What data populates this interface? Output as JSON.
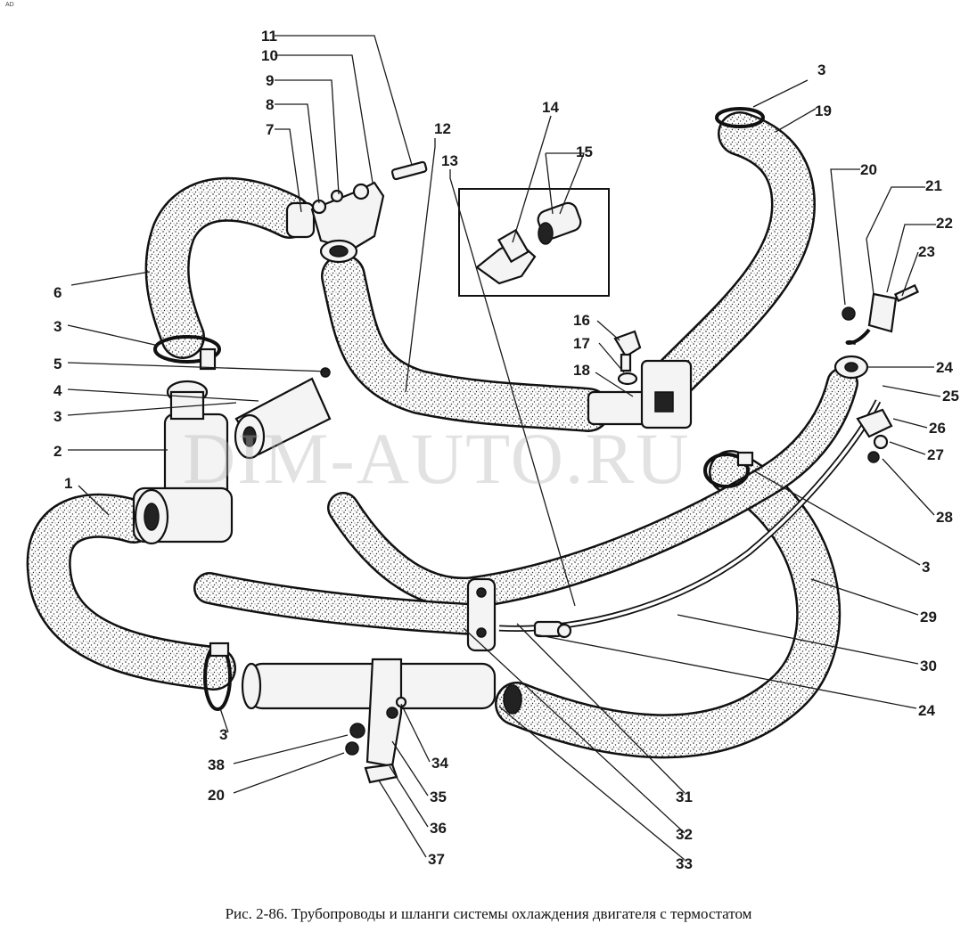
{
  "corner_mark": "AD",
  "watermark": "DIM-AUTO.RU",
  "caption": "Рис. 2-86. Трубопроводы и шланги системы охлаждения двигателя с термостатом",
  "callouts": {
    "n1": "1",
    "n2": "2",
    "n3a": "3",
    "n3b": "3",
    "n3c": "3",
    "n3d": "3",
    "n3e": "3",
    "n4": "4",
    "n5": "5",
    "n6": "6",
    "n7": "7",
    "n8": "8",
    "n9": "9",
    "n10": "10",
    "n11": "11",
    "n12": "12",
    "n13": "13",
    "n14": "14",
    "n15": "15",
    "n16": "16",
    "n17": "17",
    "n18": "18",
    "n19": "19",
    "n20a": "20",
    "n20b": "20",
    "n21": "21",
    "n22": "22",
    "n23": "23",
    "n24a": "24",
    "n24b": "24",
    "n25": "25",
    "n26": "26",
    "n27": "27",
    "n28": "28",
    "n29": "29",
    "n30": "30",
    "n31": "31",
    "n32": "32",
    "n33": "33",
    "n34": "34",
    "n35": "35",
    "n36": "36",
    "n37": "37",
    "n38": "38"
  }
}
